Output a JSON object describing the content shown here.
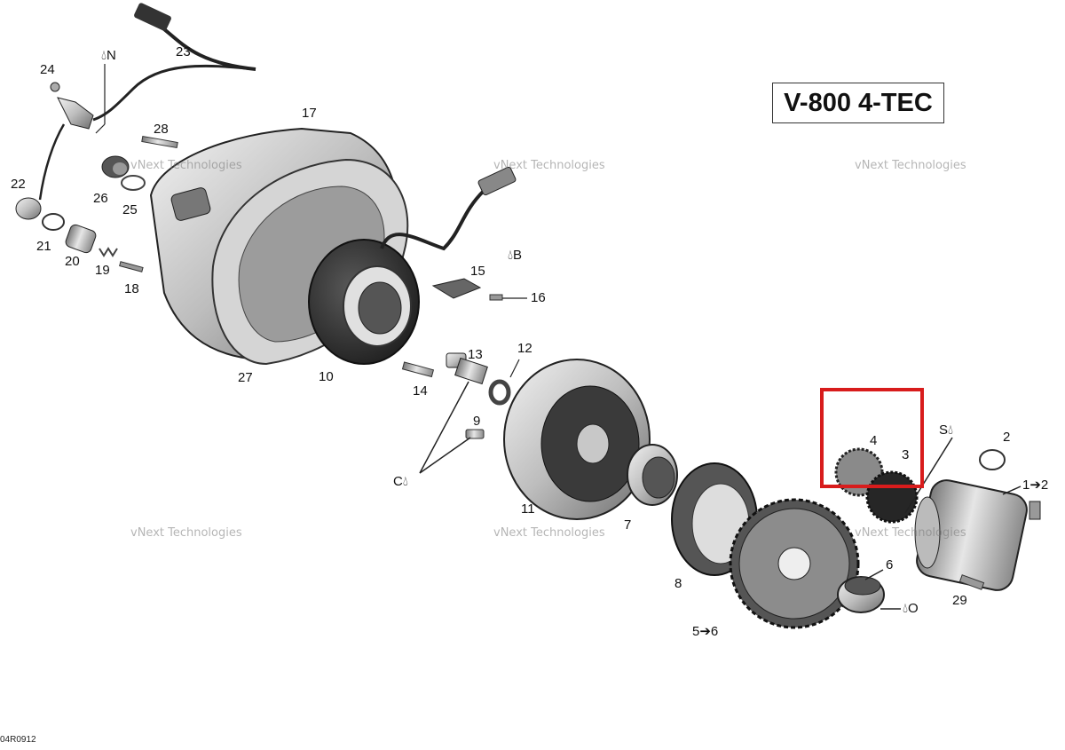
{
  "model": "V-800 4-TEC",
  "drawing_code": "04R0912",
  "watermark": [
    "vNext Technologies",
    "vNext Technologies",
    "vNext Technologies",
    "vNext Technologies",
    "vNext Technologies",
    "vNext Technologies"
  ],
  "callouts": {
    "n1": "1➔2",
    "n2": "2",
    "n3": "3",
    "n4": "4",
    "n5": "5➔6",
    "n6": "6",
    "n7": "7",
    "n8": "8",
    "n9": "9",
    "n10": "10",
    "n11": "11",
    "n12": "12",
    "n13": "13",
    "n14": "14",
    "n15": "15",
    "n16": "16",
    "n17": "17",
    "n18": "18",
    "n19": "19",
    "n20": "20",
    "n21": "21",
    "n22": "22",
    "n23": "23",
    "n24": "24",
    "n25": "25",
    "n26": "26",
    "n27": "27",
    "n28": "28",
    "n29": "29"
  },
  "lube_marks": {
    "N": "N",
    "B": "B",
    "C": "C",
    "S": "S",
    "O": "O"
  },
  "highlight_color": "#d81c1c",
  "icons": [
    "oil-drop-icon"
  ]
}
